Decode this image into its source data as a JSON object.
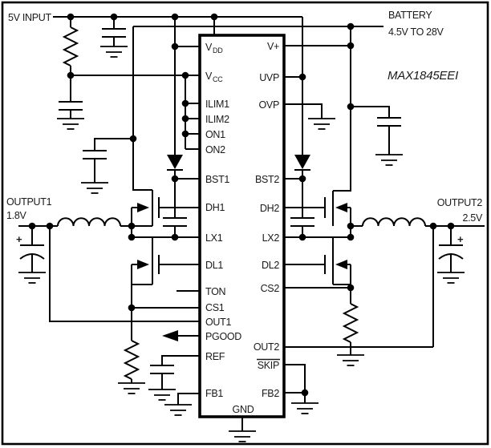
{
  "figure": {
    "part_number": "MAX1845EEI",
    "labels": {
      "input_5v": "5V INPUT",
      "battery_line1": "BATTERY",
      "battery_line2": "4.5V TO 28V",
      "output1_line1": "OUTPUT1",
      "output1_line2": "1.8V",
      "output2_line1": "OUTPUT2",
      "output2_line2": "2.5V"
    },
    "symbols": {
      "plus": "+"
    },
    "pins": {
      "vdd_main": "V",
      "vdd_sub": "DD",
      "vcc_main": "V",
      "vcc_sub": "CC",
      "ilim1": "ILIM1",
      "ilim2": "ILIM2",
      "on1": "ON1",
      "on2": "ON2",
      "bst1": "BST1",
      "dh1": "DH1",
      "lx1": "LX1",
      "dl1": "DL1",
      "ton": "TON",
      "cs1": "CS1",
      "out1": "OUT1",
      "pgood": "PGOOD",
      "ref": "REF",
      "fb1": "FB1",
      "vplus": "V+",
      "uvp": "UVP",
      "ovp": "OVP",
      "bst2": "BST2",
      "dh2": "DH2",
      "lx2": "LX2",
      "dl2": "DL2",
      "cs2": "CS2",
      "out2": "OUT2",
      "skip": "SKIP",
      "fb2": "FB2",
      "gnd": "GND"
    }
  }
}
